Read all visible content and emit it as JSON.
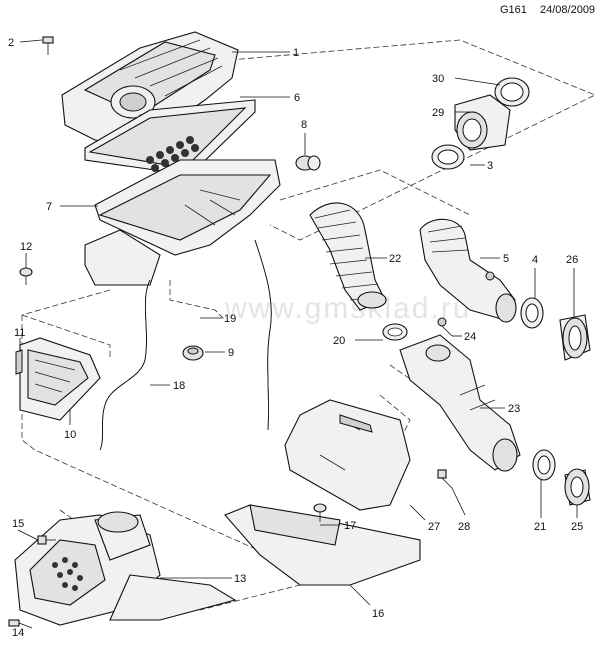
{
  "header": {
    "code": "G161",
    "date": "24/08/2009"
  },
  "watermark": "www.gmsklad.ru",
  "parts": [
    {
      "id": "1",
      "label": "1"
    },
    {
      "id": "2",
      "label": "2"
    },
    {
      "id": "3",
      "label": "3"
    },
    {
      "id": "4",
      "label": "4"
    },
    {
      "id": "5",
      "label": "5"
    },
    {
      "id": "6",
      "label": "6"
    },
    {
      "id": "7",
      "label": "7"
    },
    {
      "id": "8",
      "label": "8"
    },
    {
      "id": "9",
      "label": "9"
    },
    {
      "id": "10",
      "label": "10"
    },
    {
      "id": "11",
      "label": "11"
    },
    {
      "id": "12",
      "label": "12"
    },
    {
      "id": "13",
      "label": "13"
    },
    {
      "id": "14",
      "label": "14"
    },
    {
      "id": "15",
      "label": "15"
    },
    {
      "id": "16",
      "label": "16"
    },
    {
      "id": "17",
      "label": "17"
    },
    {
      "id": "18",
      "label": "18"
    },
    {
      "id": "19",
      "label": "19"
    },
    {
      "id": "20",
      "label": "20"
    },
    {
      "id": "21",
      "label": "21"
    },
    {
      "id": "22",
      "label": "22"
    },
    {
      "id": "23",
      "label": "23"
    },
    {
      "id": "24",
      "label": "24"
    },
    {
      "id": "25",
      "label": "25"
    },
    {
      "id": "26",
      "label": "26"
    },
    {
      "id": "27",
      "label": "27"
    },
    {
      "id": "28",
      "label": "28"
    },
    {
      "id": "29",
      "label": "29"
    },
    {
      "id": "30",
      "label": "30"
    }
  ]
}
